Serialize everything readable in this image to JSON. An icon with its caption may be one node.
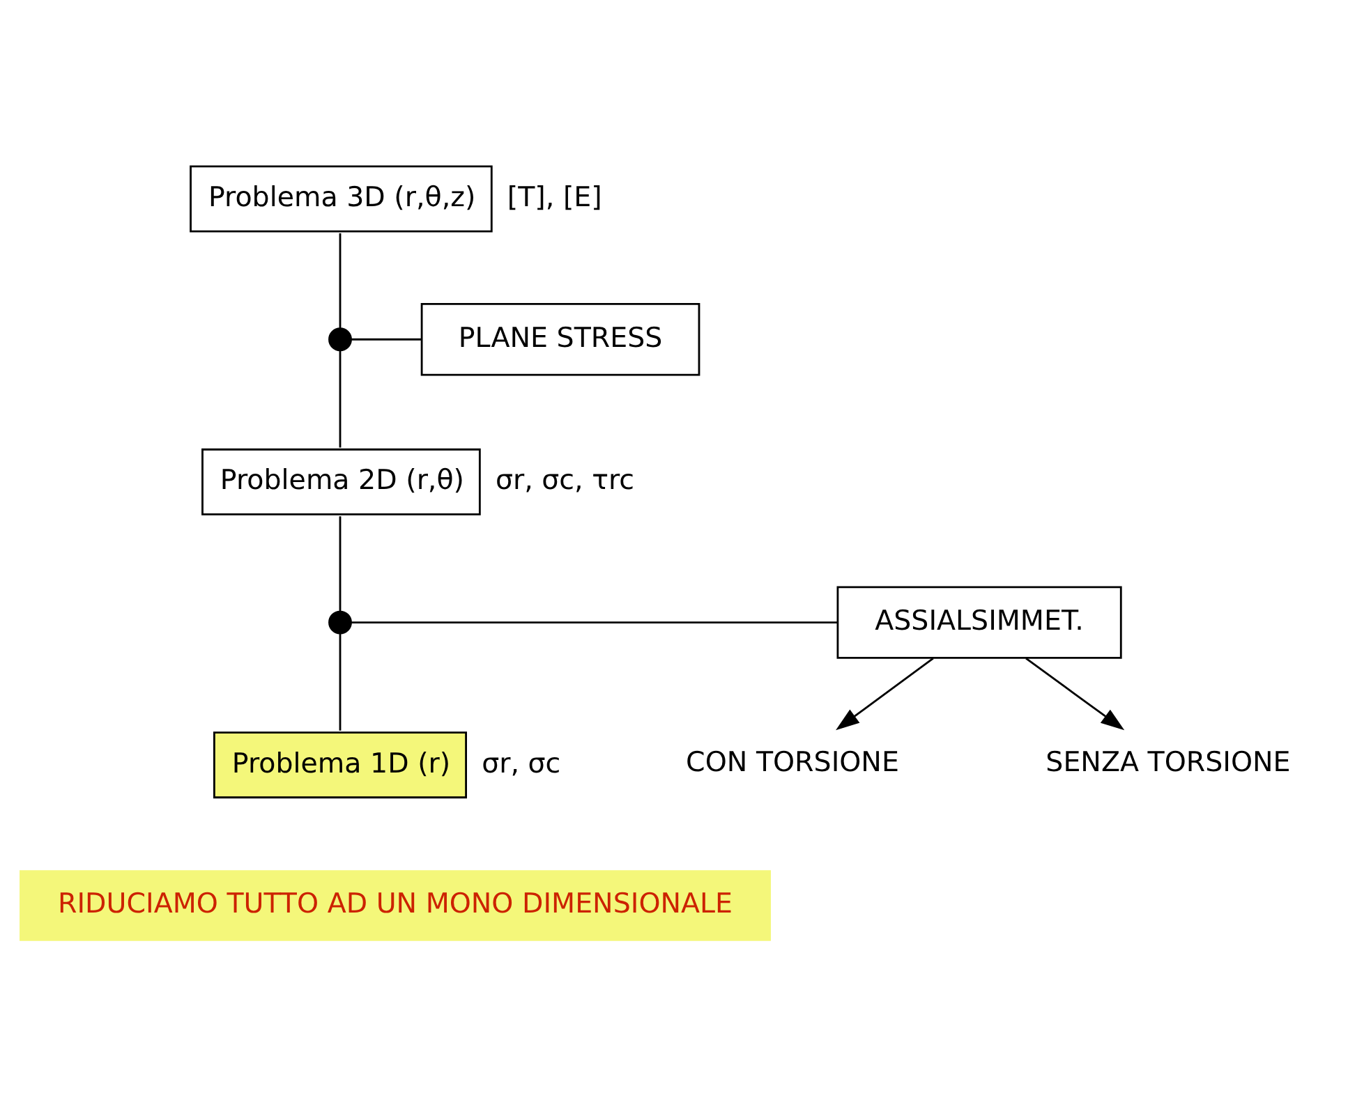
{
  "diagram": {
    "nodes": [
      {
        "text": [
          "Problema 3D (r,θ,z)"
        ],
        "beside": [
          "[T], [E]"
        ]
      },
      {
        "text": [
          "PLANE STRESS"
        ]
      },
      {
        "text": [],
        "shape": "circle"
      },
      {
        "text": [
          "Problema 2D (r,θ)"
        ],
        "beside": [
          "σr, σc, τrc"
        ]
      },
      {
        "text": [
          "ASSIALSIMMET."
        ]
      },
      {
        "text": [],
        "shape": "circle"
      },
      {
        "text": [
          "Problema 1D (r)"
        ],
        "beside": [
          "σr, σc"
        ]
      },
      {
        "text": [
          "CON TORSIONE"
        ]
      },
      {
        "text": [
          "SENZA TORSIONE"
        ]
      }
    ],
    "edges": [
      {
        "from": 0,
        "to": 2,
        "arrow": "none"
      },
      {
        "from": 1,
        "to": 2,
        "arrow": "none"
      },
      {
        "from": 2,
        "to": 3,
        "arrow": "none"
      },
      {
        "from": 3,
        "to": 5,
        "arrow": "none"
      },
      {
        "from": 4,
        "to": 5,
        "arrow": "none"
      },
      {
        "from": 5,
        "to": 6,
        "arrow": "none"
      },
      {
        "from": 4,
        "to": 7,
        "arrow": "to"
      },
      {
        "from": 4,
        "to": 8,
        "arrow": "to"
      }
    ],
    "labels": [
      "RIDUCIAMO TUTTO AD UN MONO DIMENSIONALE"
    ]
  }
}
